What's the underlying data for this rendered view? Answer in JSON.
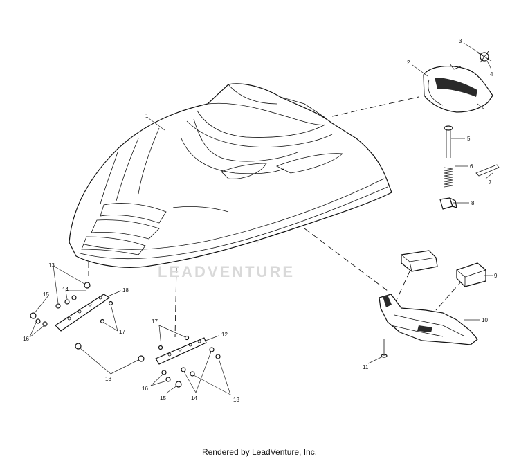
{
  "diagram": {
    "callouts": [
      "1",
      "2",
      "3",
      "4",
      "5",
      "6",
      "7",
      "8",
      "9",
      "10",
      "11",
      "12",
      "13",
      "14",
      "15",
      "16",
      "17",
      "18"
    ],
    "callouts_lower_left": [
      "13",
      "14",
      "15",
      "16",
      "17",
      "18"
    ],
    "callouts_lower_mid": [
      "17",
      "12",
      "16",
      "15",
      "14",
      "13",
      "13"
    ]
  },
  "watermark": {
    "text": "LEADVENTURE"
  },
  "footer": {
    "text": "Rendered by LeadVenture, Inc."
  }
}
